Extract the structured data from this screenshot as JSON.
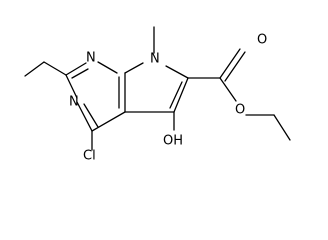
{
  "structure": {
    "atoms": {
      "n1": "N",
      "n3": "N",
      "n7": "N",
      "cl": "Cl",
      "oh": "OH",
      "o_carbonyl": "O",
      "o_ester": "O"
    }
  }
}
